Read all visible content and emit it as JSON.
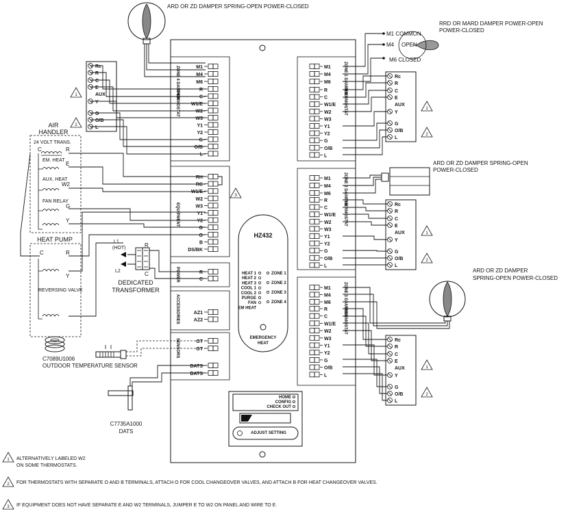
{
  "dampers": {
    "top_left": "ARD OR ZD DAMPER SPRING-OPEN POWER-CLOSED",
    "top_right_l1": "RRD OR MARD DAMPER POWER-OPEN",
    "top_right_l2": "POWER-CLOSED",
    "m1": "M1 COMMON",
    "m4": "M4",
    "m4b": "OPEN",
    "m6": "M6 CLOSED",
    "mid_right_l1": "ARD OR ZD DAMPER SPRING-OPEN",
    "mid_right_l2": "POWER-CLOSED",
    "low_right_l1": "ARD OR ZD DAMPER",
    "low_right_l2": "SPRING-OPEN POWER-CLOSED"
  },
  "panel": {
    "model": "HZ432",
    "emergency_l1": "EMERGENCY",
    "emergency_l2": "HEAT",
    "status_left": [
      "HEAT 1",
      "HEAT 2",
      "HEAT 3",
      "COOL 1",
      "COOL 2",
      "PURGE",
      "FAN",
      "EM HEAT"
    ],
    "status_right": [
      "ZONE 1",
      "ZONE 2",
      "ZONE 3",
      "ZONE 4"
    ],
    "home": "HOME",
    "config": "CONFIG",
    "checkout": "CHECK OUT",
    "adjust": "ADJUST SETTING"
  },
  "zone4": {
    "title1": "ZONE 4",
    "title2": "DAMPER",
    "title3": "THERMOSTAT",
    "damper": [
      "M1",
      "M4",
      "M6"
    ],
    "tstat": [
      "R",
      "C",
      "W1/E",
      "W2",
      "W3",
      "Y1",
      "Y2",
      "G",
      "O/B",
      "L"
    ]
  },
  "zone1": {
    "title1": "ZONE 1",
    "title2": "DAMPER",
    "title3": "THERMOSTAT",
    "damper": [
      "M1",
      "M4",
      "M6"
    ],
    "tstat": [
      "R",
      "C",
      "W1/E",
      "W2",
      "W3",
      "Y1",
      "Y2",
      "G",
      "O/B",
      "L"
    ]
  },
  "zone2": {
    "title1": "ZONE 2",
    "title2": "DAMPER",
    "title3": "THERMOSTAT",
    "damper": [
      "M1",
      "M4",
      "M6"
    ],
    "tstat": [
      "R",
      "C",
      "W1/E",
      "W2",
      "W3",
      "Y1",
      "Y2",
      "G",
      "O/B",
      "L"
    ]
  },
  "zone3": {
    "title1": "ZONE 3",
    "title2": "DAMPER",
    "title3": "THERMOSTAT",
    "damper": [
      "M1",
      "M4",
      "M6"
    ],
    "tstat": [
      "R",
      "C",
      "W1/E",
      "W2",
      "W3",
      "Y1",
      "Y2",
      "G",
      "O/B",
      "L"
    ]
  },
  "equipment": {
    "title": "EQUIPMENT",
    "terms": [
      "RH",
      "RC",
      "W1/E",
      "W2",
      "W3",
      "Y1",
      "Y2",
      "G",
      "O",
      "B",
      "DS/BK"
    ]
  },
  "power": {
    "title": "POWER",
    "terms": [
      "R",
      "C"
    ]
  },
  "accessories": {
    "title": "ACCESSORIES",
    "terms": [
      "AZ1",
      "AZ2"
    ]
  },
  "sensors": {
    "title": "SENSORS",
    "terms": [
      "OT",
      "OT",
      "DATS",
      "DATS"
    ]
  },
  "thermostat": {
    "terms": [
      "Rc",
      "R",
      "C",
      "E",
      "AUX",
      "Y",
      "G",
      "O/B",
      "L"
    ]
  },
  "air_handler": {
    "title1": "AIR",
    "title2": "HANDLER",
    "trans": "24 VOLT TRANS.",
    "c": "C",
    "r": "R",
    "em_heat": "EM. HEAT",
    "e": "E",
    "aux_heat": "AUX. HEAT",
    "w2": "W2",
    "fan_relay": "FAN RELAY",
    "g": "G",
    "y": "Y"
  },
  "heat_pump": {
    "title": "HEAT PUMP",
    "c": "C",
    "r": "R",
    "y": "Y",
    "rv": "REVERSING VALVE"
  },
  "transformer": {
    "l1": "L1",
    "hot": "(HOT)",
    "l2": "L2",
    "r": "R",
    "c": "C",
    "label1": "DEDICATED",
    "label2": "TRANSFORMER"
  },
  "outdoor_sensor": {
    "model": "C7089U1006",
    "label": "OUTDOOR TEMPERATURE SENSOR"
  },
  "dats": {
    "model": "C7735A1000",
    "label": "DATS"
  },
  "notes": {
    "n1": "1",
    "n2": "2",
    "n3": "3",
    "note1_l1": "ALTERNATIVELY LABELED W2",
    "note1_l2": "ON SOME THERMOSTATS.",
    "note2": "FOR THERMOSTATS WITH SEPARATE O AND B TERMINALS, ATTACH O FOR COOL CHANGEOVER VALVES, AND ATTACH B FOR HEAT CHANGEOVER VALVES.",
    "note3": "IF EQUIPMENT DOES NOT HAVE SEPARATE E AND W2 TERMINALS, JUMPER E TO W2 ON PANEL AND WIRE TO E."
  }
}
